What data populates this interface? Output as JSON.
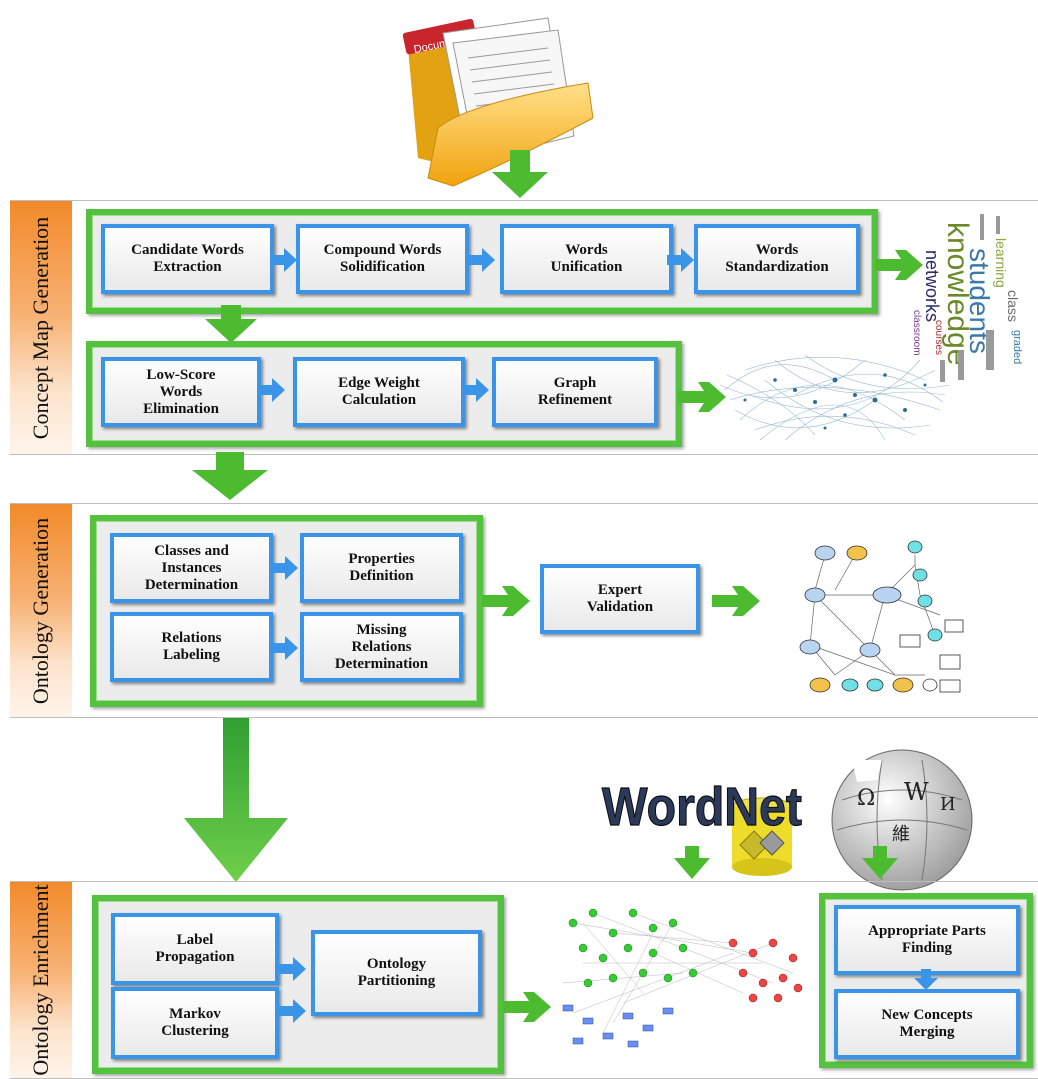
{
  "folder": {
    "tab_text": "Documents"
  },
  "sections": {
    "concept": {
      "label": "Concept Map Generation"
    },
    "ontology": {
      "label": "Ontology Generation"
    },
    "enrichment": {
      "label": "Ontology Enrichment"
    }
  },
  "steps": {
    "candidate": "Candidate Words\nExtraction",
    "compound": "Compound Words\nSolidification",
    "unification": "Words\nUnification",
    "standardization": "Words\nStandardization",
    "lowscore": "Low-Score\nWords\nElimination",
    "edgeweight": "Edge Weight\nCalculation",
    "refinement": "Graph\nRefinement",
    "classes": "Classes and\nInstances\nDetermination",
    "properties": "Properties\nDefinition",
    "relations": "Relations\nLabeling",
    "missing": "Missing\nRelations\nDetermination",
    "expert": "Expert\nValidation",
    "label_prop": "Label\nPropagation",
    "markov": "Markov\nClustering",
    "partitioning": "Ontology\nPartitioning",
    "appropriate": "Appropriate Parts\nFinding",
    "merging": "New Concepts\nMerging"
  },
  "wordcloud": [
    "knowledge",
    "students",
    "networks",
    "learning",
    "class",
    "graded",
    "classroom",
    "courses"
  ],
  "resources": {
    "wordnet": "WordNet",
    "wiki_glyphs": [
      "Ω",
      "W",
      "И",
      "維"
    ]
  },
  "colors": {
    "green": "#55c23f",
    "blue": "#3a95e8",
    "orange": "#f28a2a"
  }
}
